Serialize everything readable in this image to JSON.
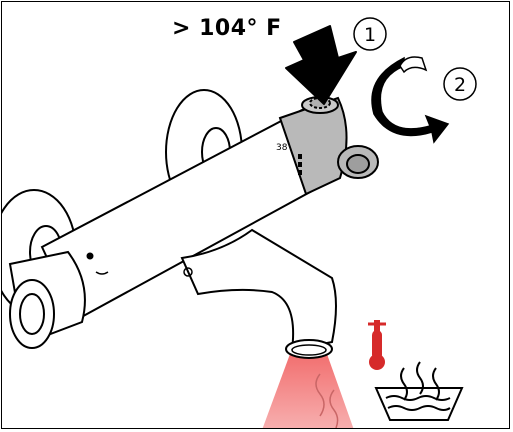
{
  "instruction": {
    "temperature_label": "> 104° F",
    "steps": [
      {
        "number": "1"
      },
      {
        "number": "2"
      }
    ]
  },
  "colors": {
    "thermometer": "#d62a2a",
    "water_flow": "#f08a8a",
    "mixer_body": "#ffffff",
    "control_knob": "#b9b9b9",
    "outline": "#000000"
  },
  "icons": [
    "push-arrow-icon",
    "rotate-arrow-icon",
    "thermometer-icon",
    "hot-water-icon"
  ]
}
